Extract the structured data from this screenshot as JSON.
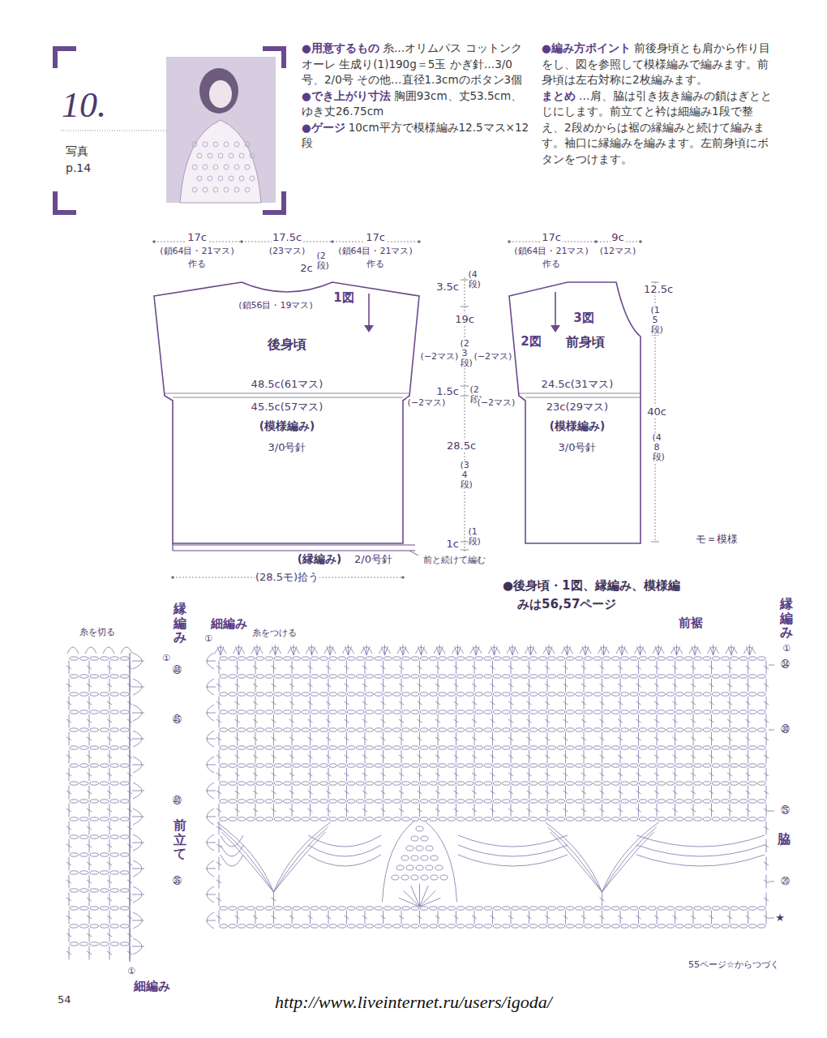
{
  "diagram": {
    "nodes": [
      {
        "text": [
          "(鎖56目・19マス)",
          "1図",
          "後身頃",
          "48.5c(61マス)",
          "45.5c(57マス)",
          "(模様編み)",
          "3/0号針"
        ]
      },
      {
        "text": [
          "3図",
          "2図",
          "前身頃",
          "24.5c(31マス)",
          "23c(29マス)",
          "(模様編み)",
          "3/0号針"
        ]
      }
    ],
    "labels": [
      "10.",
      "写真",
      "p.14",
      "●用意するもの",
      "糸…オリムパス コットンクオーレ 生成り(1)190g＝5玉 かぎ針…3/0号、2/0号 その他…直径1.3cmのボタン3個",
      "●でき上がり寸法",
      "胸囲93cm、丈53.5cm、ゆき丈26.75cm",
      "●ゲージ",
      "10cm平方で模様編み12.5マス×12段",
      "●編み方ポイント",
      "前後身頃とも肩から作り目をし、図を参照して模様編みで編みます。前身頃は左右対称に2枚編みます。",
      "まとめ",
      "…肩、脇は引き抜き編みの鎖はぎととじにします。前立てと衿は細編み1段で整え、2段めからは裾の縁編みと続けて編みます。袖口に縁編みを編みます。左前身頃にボタンをつけます。",
      "17c",
      "(鎖64目・21マス)",
      "作る",
      "17.5c",
      "(23マス)",
      "17c",
      "(鎖64目・21マス)",
      "作る",
      "2c",
      "(2段)",
      "3.5c",
      "(4段)",
      "19c",
      "(23段)",
      "(−2マス)",
      "(−2マス)",
      "1.5c",
      "(2段)",
      "(−2マス)",
      "28.5c",
      "(34段)",
      "1c",
      "(1段)",
      "(縁編み)",
      "2/0号針",
      "前と続けて編む",
      "(28.5モ)拾う",
      "17c",
      "(鎖64目・21マス)",
      "作る",
      "9c",
      "(12マス)",
      "12.5c",
      "(15段)",
      "(−2マス)",
      "40c",
      "(48段)",
      "モ＝模様",
      "●後身頃・1図、縁編み、模様編みは56,57ページ",
      "細編み",
      "①",
      "糸をつける",
      "糸を切る",
      "縁編み",
      "①",
      "㊽",
      "㊺",
      "㊵",
      "前立て",
      "㉟",
      "①",
      "細編み",
      "前裾",
      "縁編み",
      "①",
      "㉞",
      "㉚",
      "㉕",
      "脇",
      "⑳",
      "★",
      "55ページ☆からつづく",
      "54",
      "http://www.liveinternet.ru/users/igoda/"
    ]
  }
}
